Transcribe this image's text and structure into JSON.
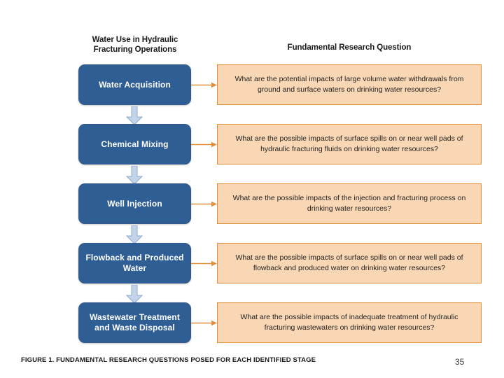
{
  "headers": {
    "left": "Water Use in Hydraulic Fracturing Operations",
    "right": "Fundamental Research Question"
  },
  "colors": {
    "stage_fill": "#2F5E95",
    "stage_text": "#FFFFFF",
    "question_fill": "#FAD7B4",
    "question_border": "#E0903A",
    "horizontal_arrow": "#E0903A",
    "vertical_arrow_fill": "#C3D4E8",
    "vertical_arrow_border": "#8FAAD0",
    "background": "#FFFFFF"
  },
  "rows": [
    {
      "stage": "Water Acquisition",
      "question": "What are the potential impacts of large volume water withdrawals from ground and surface waters on drinking water resources?"
    },
    {
      "stage": "Chemical Mixing",
      "question": "What are the possible impacts of surface spills on or near well pads of hydraulic fracturing fluids on drinking water resources?"
    },
    {
      "stage": "Well Injection",
      "question": "What are the possible impacts of the injection and fracturing process on drinking water resources?"
    },
    {
      "stage": "Flowback and Produced Water",
      "question": "What are the possible impacts of surface spills on or near well pads of flowback and produced water on drinking water resources?"
    },
    {
      "stage": "Wastewater Treatment and Waste Disposal",
      "question": "What are the possible impacts of inadequate treatment of hydraulic fracturing wastewaters on drinking water resources?"
    }
  ],
  "footer": {
    "caption": "FIGURE 1. FUNDAMENTAL RESEARCH QUESTIONS POSED FOR EACH IDENTIFIED STAGE",
    "page_number": "35"
  }
}
